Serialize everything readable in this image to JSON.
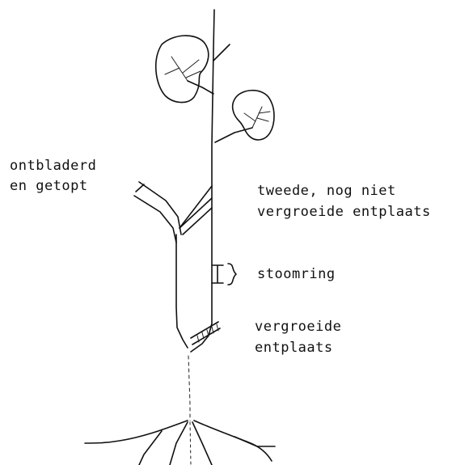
{
  "labels": {
    "left_top_line1": "ontbladerd",
    "left_top_line2": "en getopt",
    "right_top_line1": "tweede, nog niet",
    "right_top_line2": "vergroeide entplaats",
    "middle": "stoomring",
    "right_bottom_line1": "vergroeide",
    "right_bottom_line2": "entplaats"
  }
}
